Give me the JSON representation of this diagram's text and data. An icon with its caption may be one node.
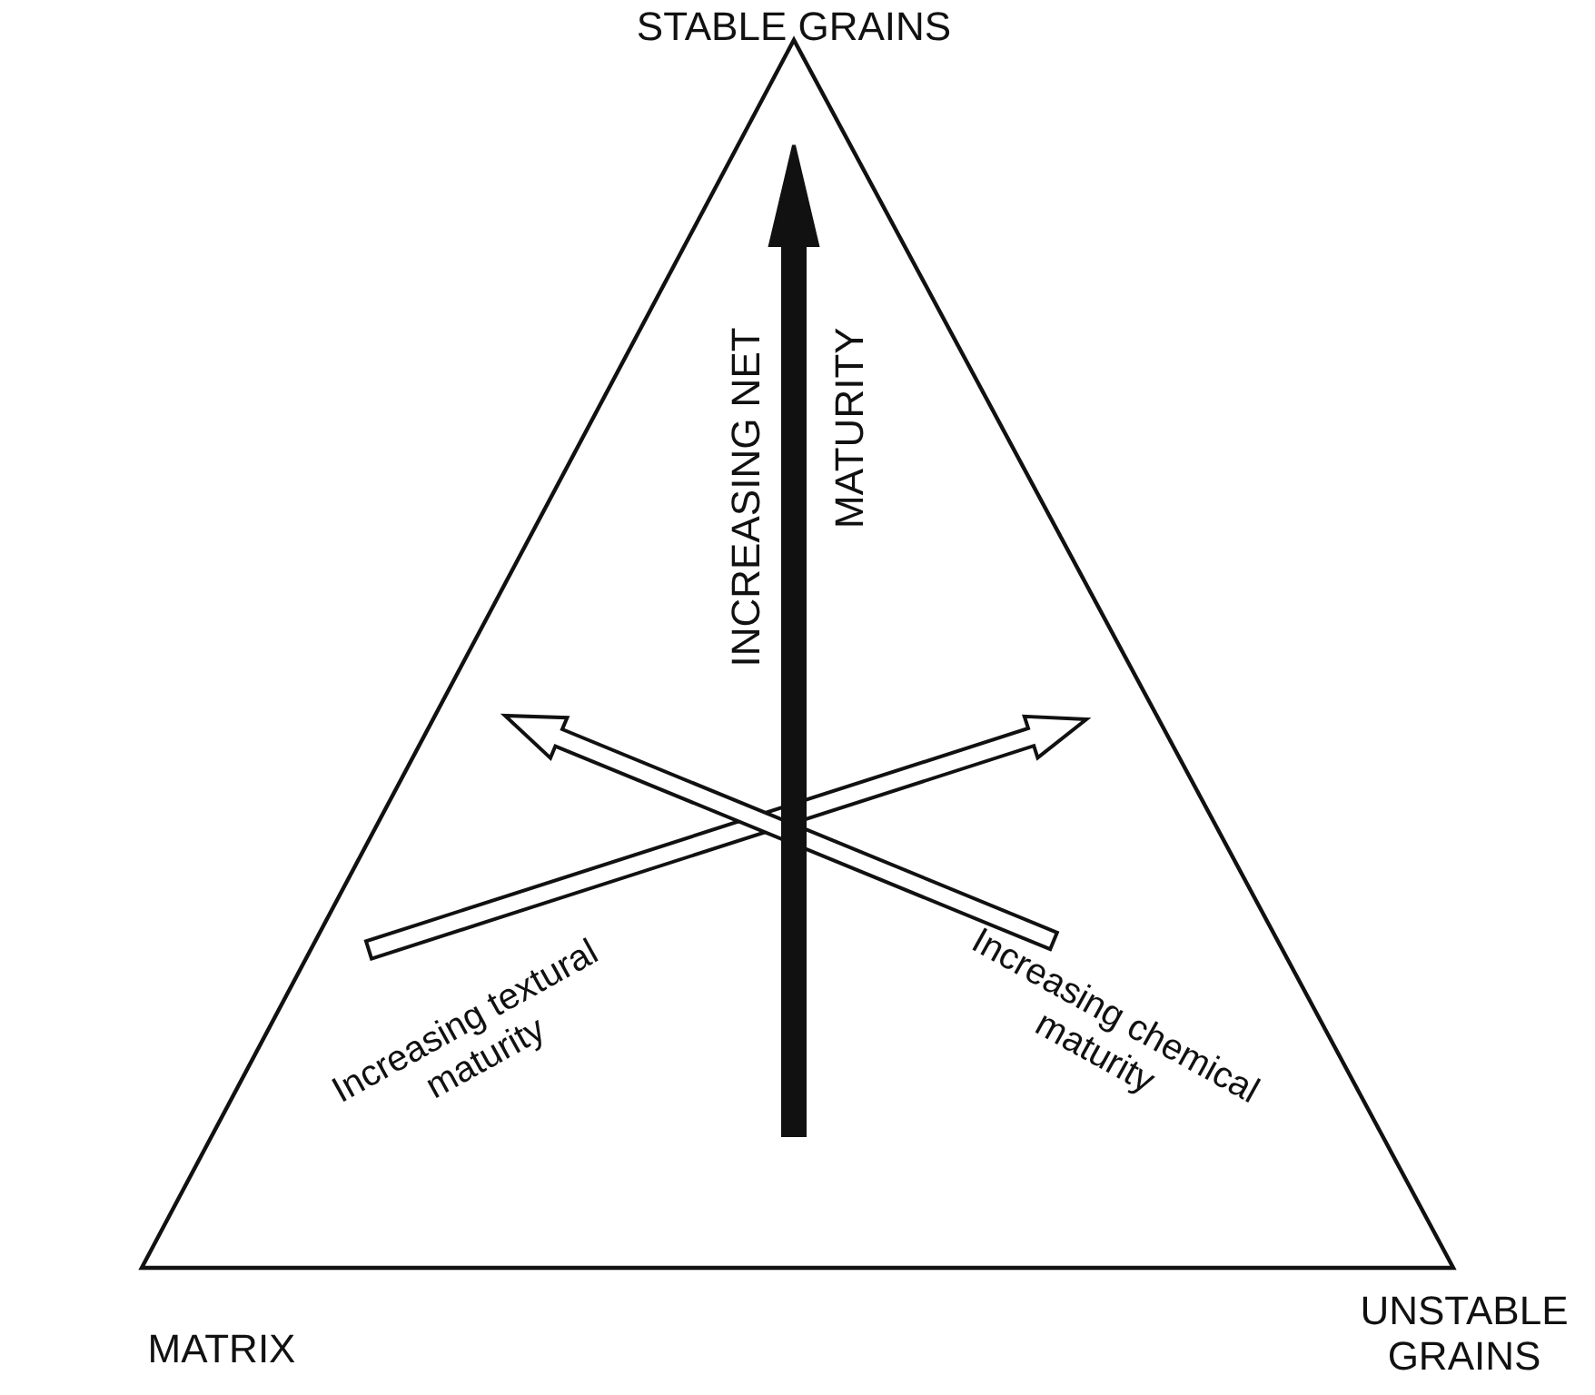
{
  "diagram": {
    "labels": [
      "STABLE GRAINS",
      "INCREASING NET MATURITY",
      "Increasing textural maturity",
      "Increasing chemical maturity",
      "MATRIX",
      "UNSTABLE GRAINS"
    ]
  }
}
